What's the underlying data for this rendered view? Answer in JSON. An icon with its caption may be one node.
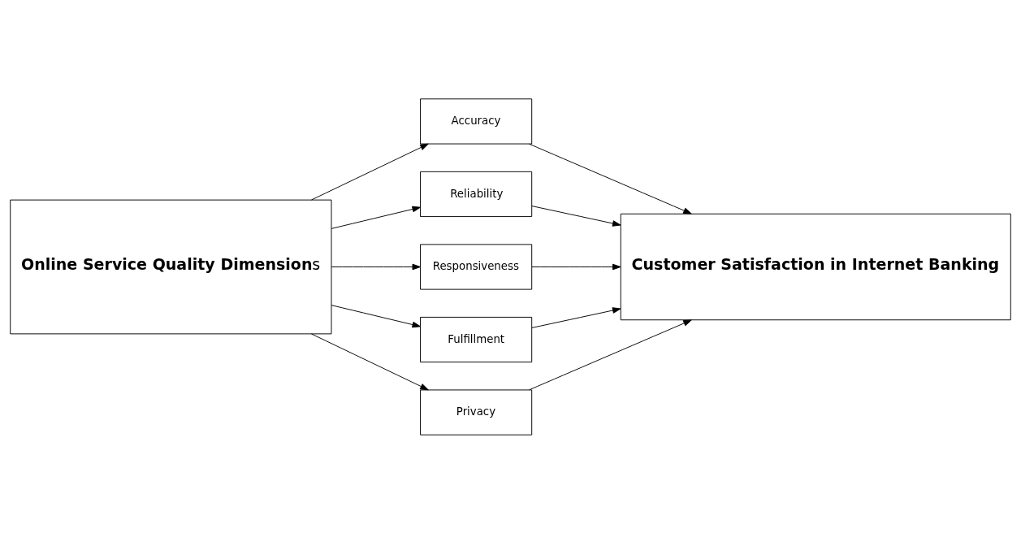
{
  "diagram": {
    "nodes": [
      {
        "text": [
          "**Online Service Quality Dimension**s"
        ]
      },
      {
        "text": [
          "Accuracy"
        ]
      },
      {
        "text": [
          "Reliability"
        ]
      },
      {
        "text": [
          "Responsiveness"
        ]
      },
      {
        "text": [
          "Fulfillment"
        ]
      },
      {
        "text": [
          "Privacy"
        ]
      },
      {
        "text": [
          "Customer Satisfaction in Internet Banking"
        ]
      }
    ],
    "edges": [
      {
        "from": 0,
        "to": 1,
        "arrow": "to"
      },
      {
        "from": 0,
        "to": 2,
        "arrow": "to"
      },
      {
        "from": 0,
        "to": 3,
        "arrow": "to"
      },
      {
        "from": 0,
        "to": 4,
        "arrow": "to"
      },
      {
        "from": 0,
        "to": 5,
        "arrow": "to"
      },
      {
        "from": 1,
        "to": 6,
        "arrow": "to"
      },
      {
        "from": 2,
        "to": 6,
        "arrow": "to"
      },
      {
        "from": 3,
        "to": 6,
        "arrow": "to"
      },
      {
        "from": 4,
        "to": 6,
        "arrow": "to"
      },
      {
        "from": 5,
        "to": 6,
        "arrow": "to"
      }
    ]
  }
}
